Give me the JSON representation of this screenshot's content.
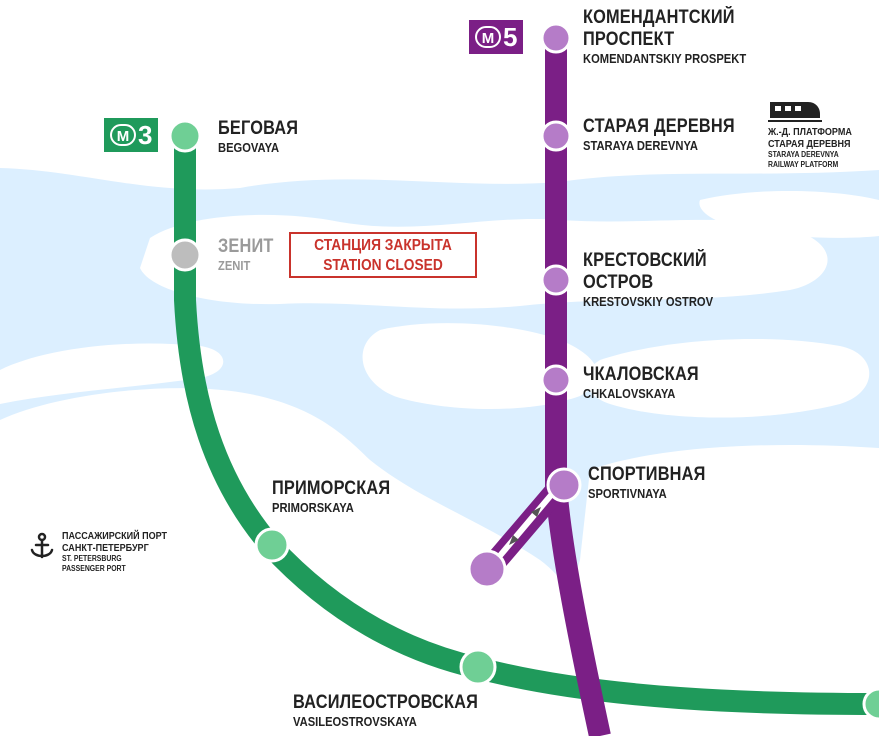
{
  "colors": {
    "water": "#dcefff",
    "land": "#ffffff",
    "line3": "#1f9a5b",
    "line5": "#7b1f86",
    "closed_red": "#c9332c",
    "closed_station_grey": "#bdbdbd"
  },
  "lines": {
    "line3": {
      "badge_number": "3",
      "metro_symbol": "M"
    },
    "line5": {
      "badge_number": "5",
      "metro_symbol": "M"
    }
  },
  "stations": {
    "komendantskiy": {
      "ru_line1": "КОМЕНДАНТСКИЙ",
      "ru_line2": "ПРОСПЕКТ",
      "en": "KOMENDANTSKIY PROSPEKT"
    },
    "staraya": {
      "ru": "СТАРАЯ ДЕРЕВНЯ",
      "en": "STARAYA DEREVNYA"
    },
    "krestovskiy": {
      "ru_line1": "КРЕСТОВСКИЙ",
      "ru_line2": "ОСТРОВ",
      "en": "KRESTOVSKIY OSTROV"
    },
    "chkalovskaya": {
      "ru": "ЧКАЛОВСКАЯ",
      "en": "CHKALOVSKAYA"
    },
    "sportivnaya": {
      "ru": "СПОРТИВНАЯ",
      "en": "SPORTIVNAYA"
    },
    "begovaya": {
      "ru": "БЕГОВАЯ",
      "en": "BEGOVAYA"
    },
    "zenit": {
      "ru": "ЗЕНИТ",
      "en": "ZENIT"
    },
    "primorskaya": {
      "ru": "ПРИМОРСКАЯ",
      "en": "PRIMORSKAYA"
    },
    "vasileostrovskaya": {
      "ru": "ВАСИЛЕОСТРОВСКАЯ",
      "en": "VASILEOSTROVSKAYA"
    }
  },
  "closed_notice": {
    "ru": "СТАНЦИЯ ЗАКРЫТА",
    "en": "STATION CLOSED"
  },
  "railway_platform": {
    "ru_line1": "Ж.-Д. ПЛАТФОРМА",
    "ru_line2": "СТАРАЯ ДЕРЕВНЯ",
    "en_line1": "STARAYA DEREVNYA",
    "en_line2": "RAILWAY PLATFORM",
    "icon": "train-icon"
  },
  "passenger_port": {
    "ru_line1": "ПАССАЖИРСКИЙ ПОРТ",
    "ru_line2": "САНКТ-ПЕТЕРБУРГ",
    "en_line1": "ST. PETERSBURG",
    "en_line2": "PASSENGER PORT",
    "icon": "anchor-icon"
  }
}
